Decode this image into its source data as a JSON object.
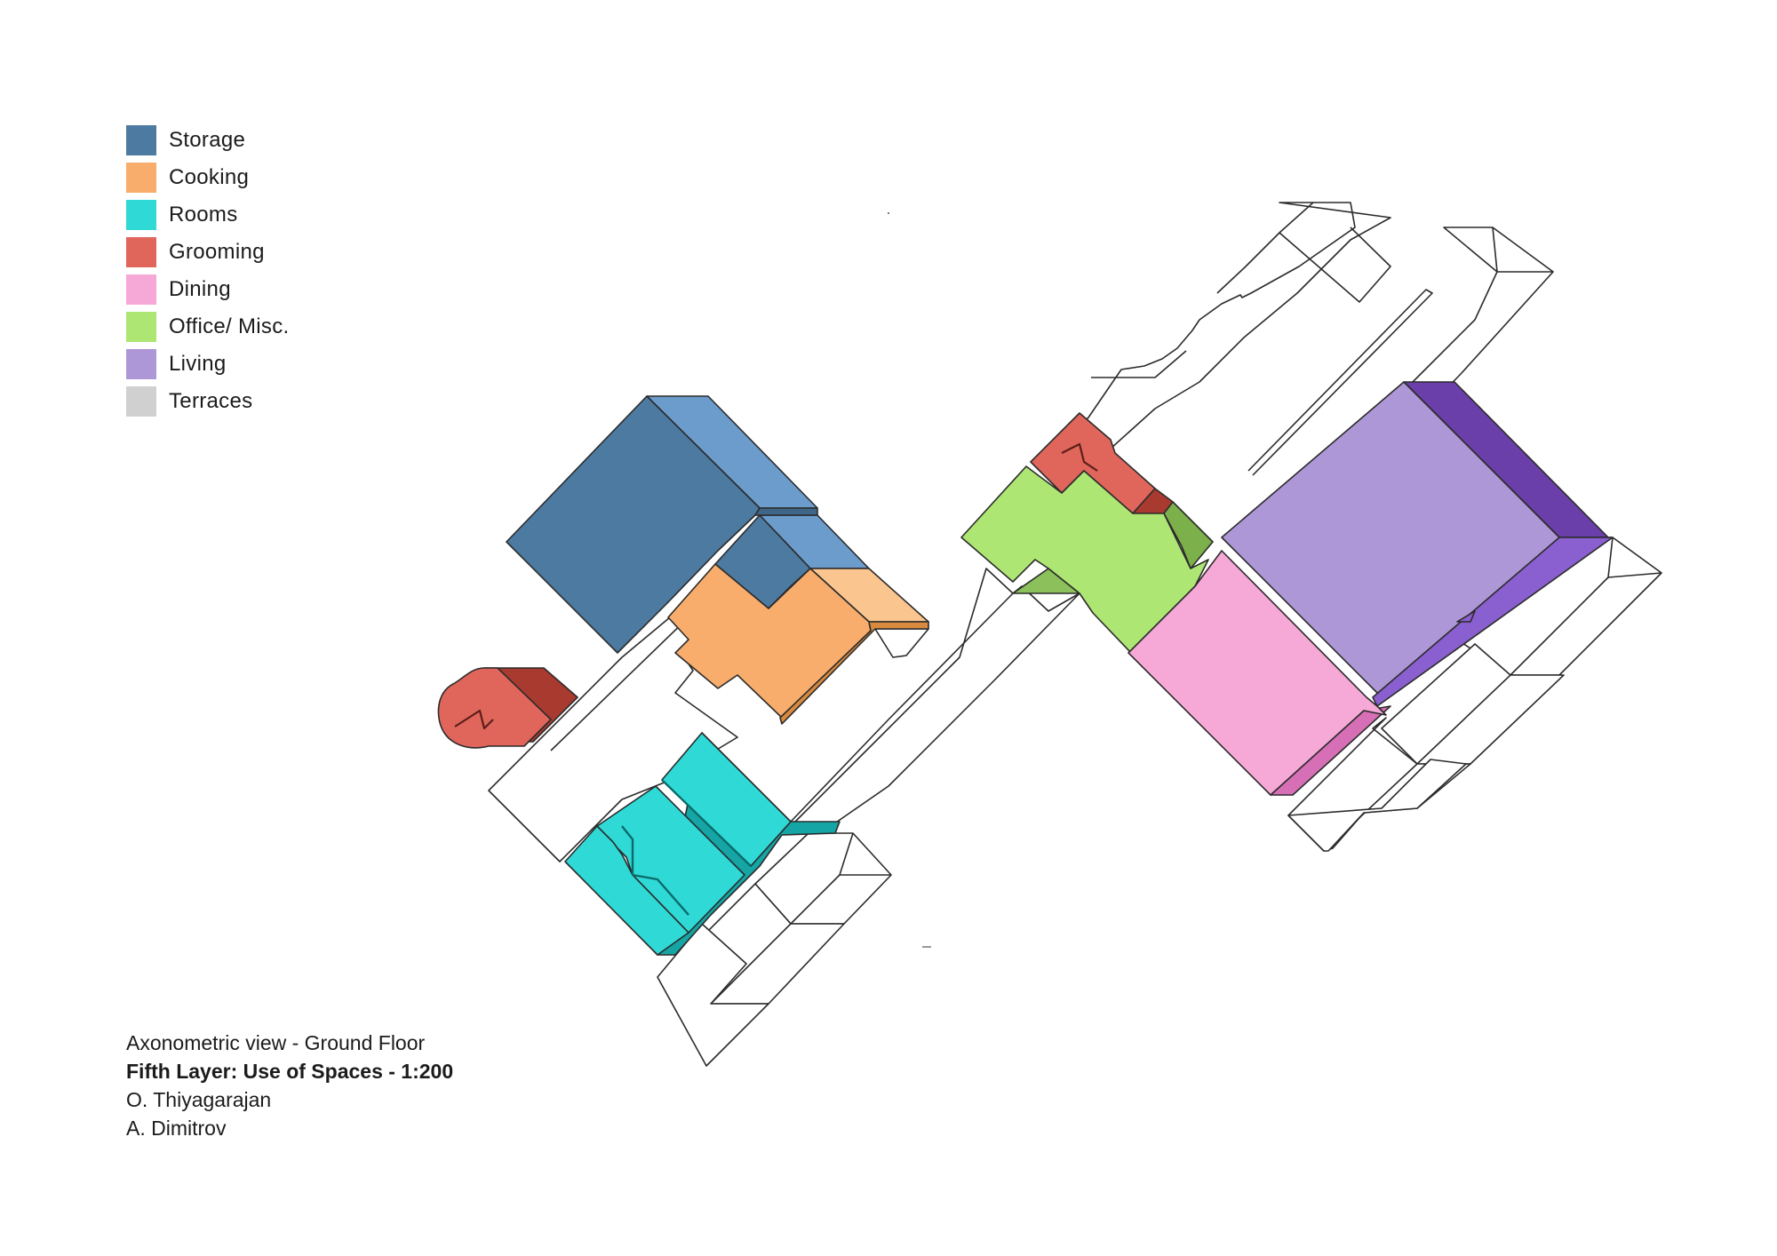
{
  "legend": [
    {
      "key": "storage",
      "label": "Storage",
      "color": "#4d7aa0"
    },
    {
      "key": "cooking",
      "label": "Cooking",
      "color": "#f8ad6c"
    },
    {
      "key": "rooms",
      "label": "Rooms",
      "color": "#2fd9d6"
    },
    {
      "key": "grooming",
      "label": "Grooming",
      "color": "#e0665c"
    },
    {
      "key": "dining",
      "label": "Dining",
      "color": "#f6a8d6"
    },
    {
      "key": "office",
      "label": "Office/ Misc.",
      "color": "#aee674"
    },
    {
      "key": "living",
      "label": "Living",
      "color": "#ae97d7"
    },
    {
      "key": "terraces",
      "label": "Terraces",
      "color": "#d0d0d0"
    }
  ],
  "caption": {
    "line1": "Axonometric view - Ground Floor",
    "line2": "Fifth Layer: Use of Spaces - 1:200",
    "line3": "O. Thiyagarajan",
    "line4": "A. Dimitrov"
  },
  "shade_colors": {
    "storage_side": "#6b9ccc",
    "storage_dark": "#3f6688",
    "cooking_side": "#fbc58f",
    "cooking_dark": "#d98a3e",
    "rooms_dark": "#15a5a5",
    "grooming_dark": "#a83a2f",
    "grooming_darker": "#7a2a22",
    "office_dark": "#7cb04a",
    "dining_dark": "#d76fb6",
    "living_dark": "#6a3fa9",
    "living_mid": "#8a5fcf"
  }
}
